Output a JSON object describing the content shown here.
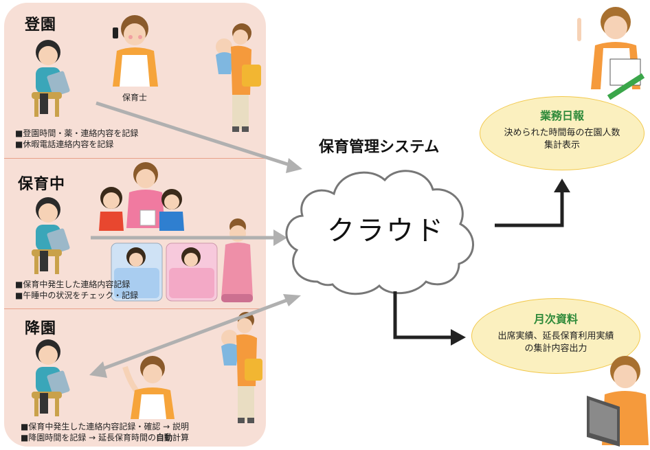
{
  "sections": [
    {
      "title": "登園",
      "caregiver_label": "保育士",
      "notes": [
        "■登園時間・薬・連絡内容を記録",
        "■休暇電話連絡内容を記録"
      ]
    },
    {
      "title": "保育中",
      "notes": [
        "■保育中発生した連絡内容記録",
        "■午睡中の状況をチェック・記録"
      ]
    },
    {
      "title": "降園",
      "notes": [
        "■保育中発生した連絡内容記録・確認 → 説明"
      ],
      "note2_before": "■降園時間を記録 → 延長保育時間の",
      "note2_bold": "自動",
      "note2_after": "計算"
    }
  ],
  "system": {
    "title": "保育管理システム",
    "cloud_label": "クラウド"
  },
  "outputs": [
    {
      "title": "業務日報",
      "desc": [
        "決められた時間毎の在園人数",
        "集計表示"
      ]
    },
    {
      "title": "月次資料",
      "desc": [
        "出席実績、延長保育利用実績",
        "の集計内容出力"
      ]
    }
  ],
  "colors": {
    "panel": "#f7dfd6",
    "ellipse_fill": "#fbf0bf",
    "ellipse_title": "#2f8a3a",
    "arrow_gray": "#b0b0b0",
    "arrow_dark": "#222222"
  }
}
